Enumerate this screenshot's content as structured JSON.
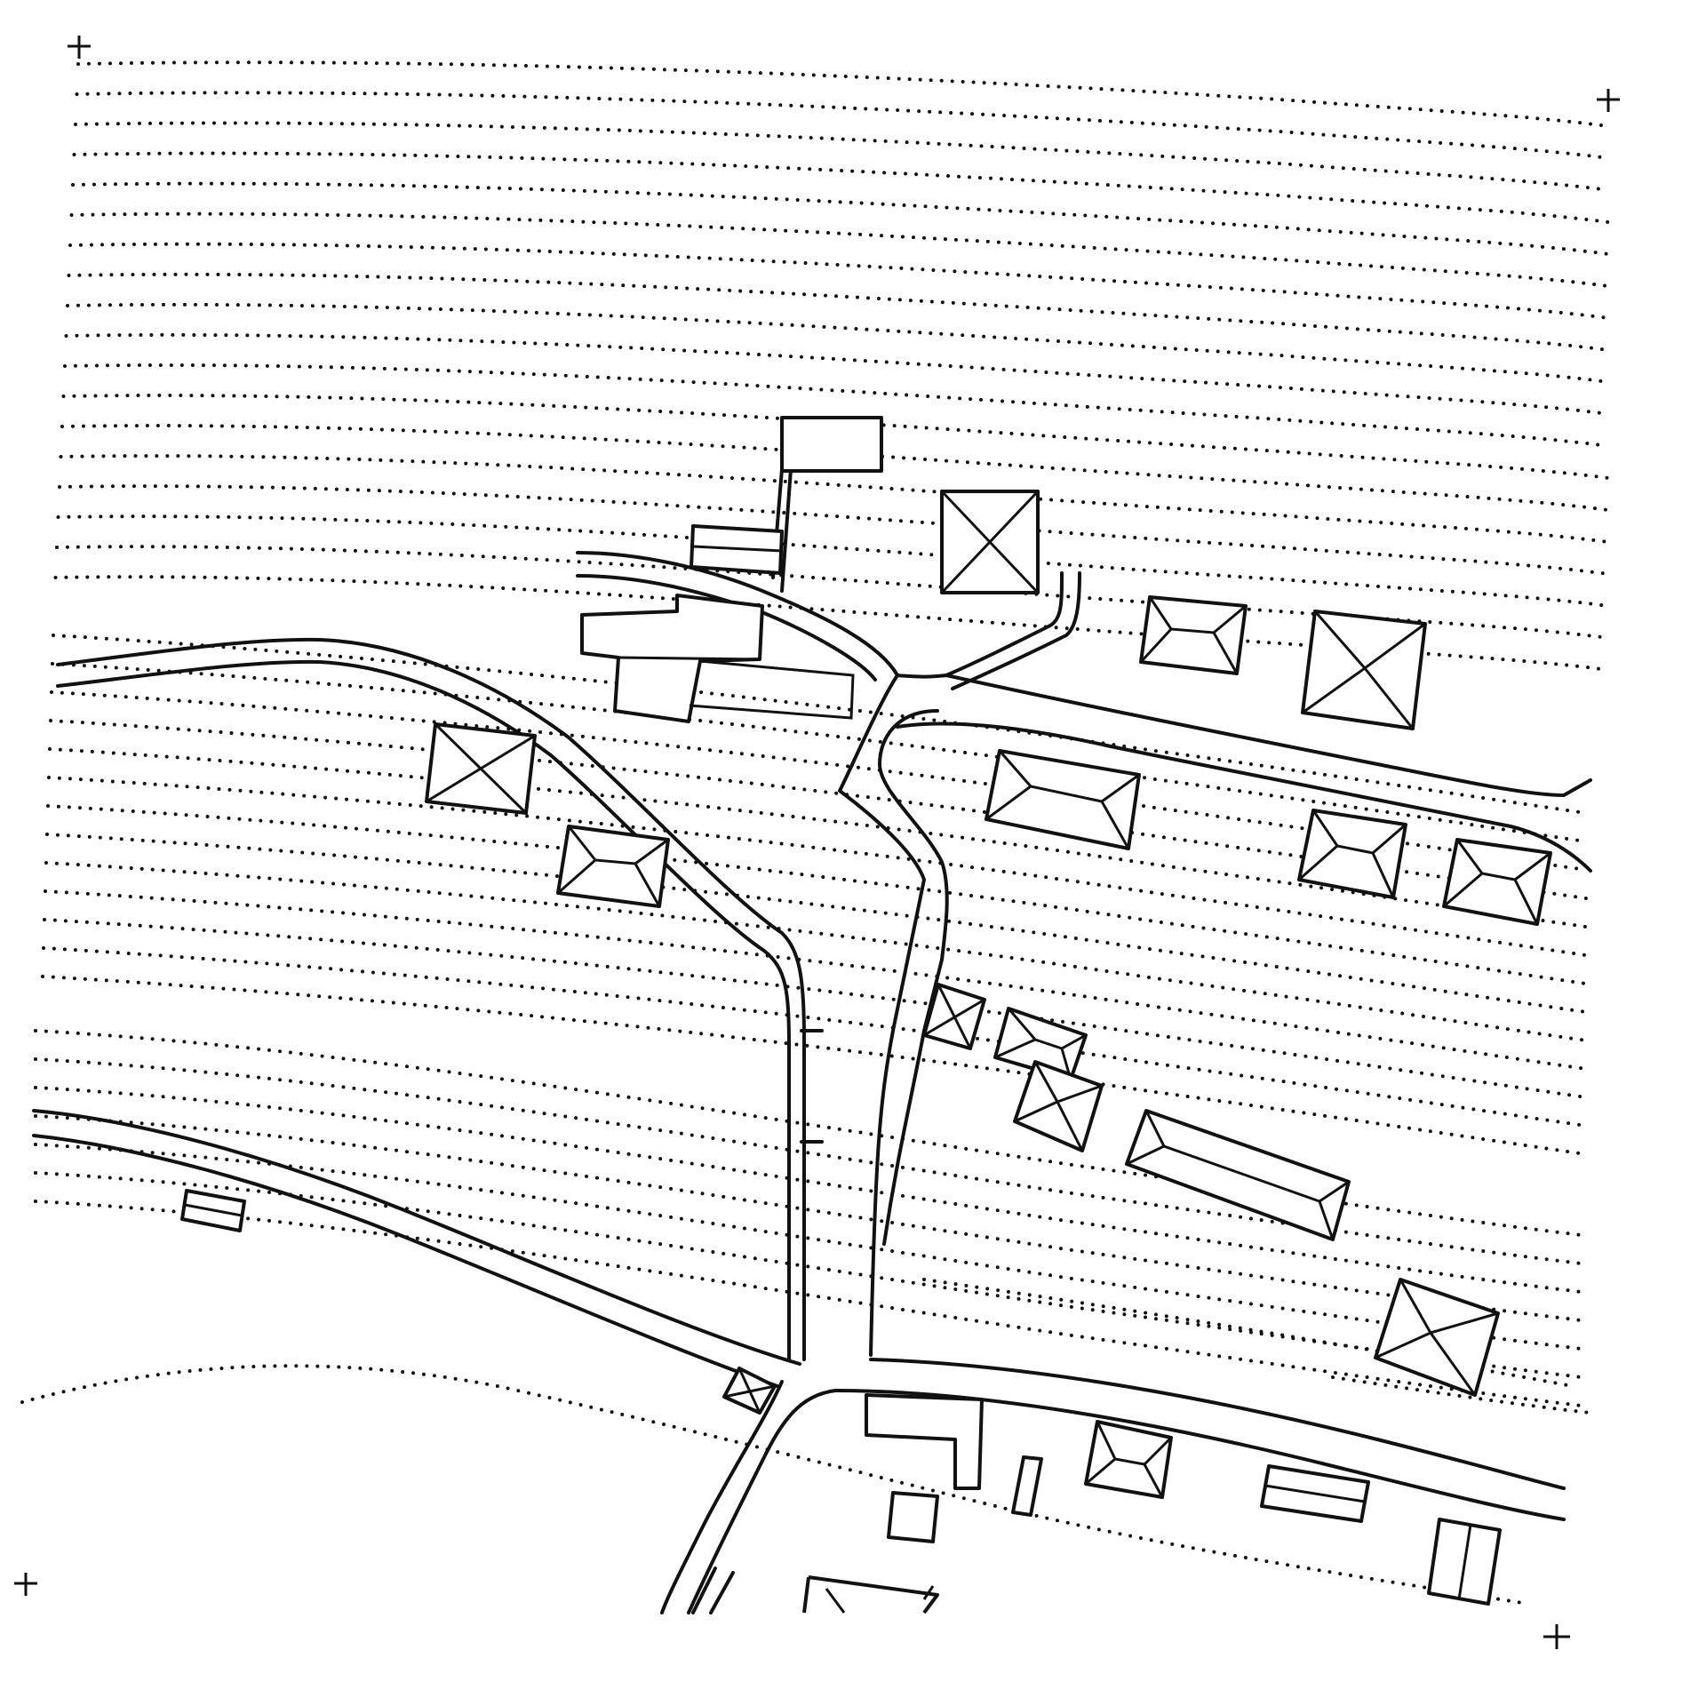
{
  "map": {
    "labels": [],
    "highlight_color": "#cfcfcf",
    "line_color": "#111111",
    "icons": {
      "registration_mark": "plus-crosshair",
      "contour_style": "dotted-line",
      "roof_symbols": [
        "hip-roof",
        "pyramid-roof",
        "cross-roof",
        "flat-roof"
      ]
    }
  }
}
